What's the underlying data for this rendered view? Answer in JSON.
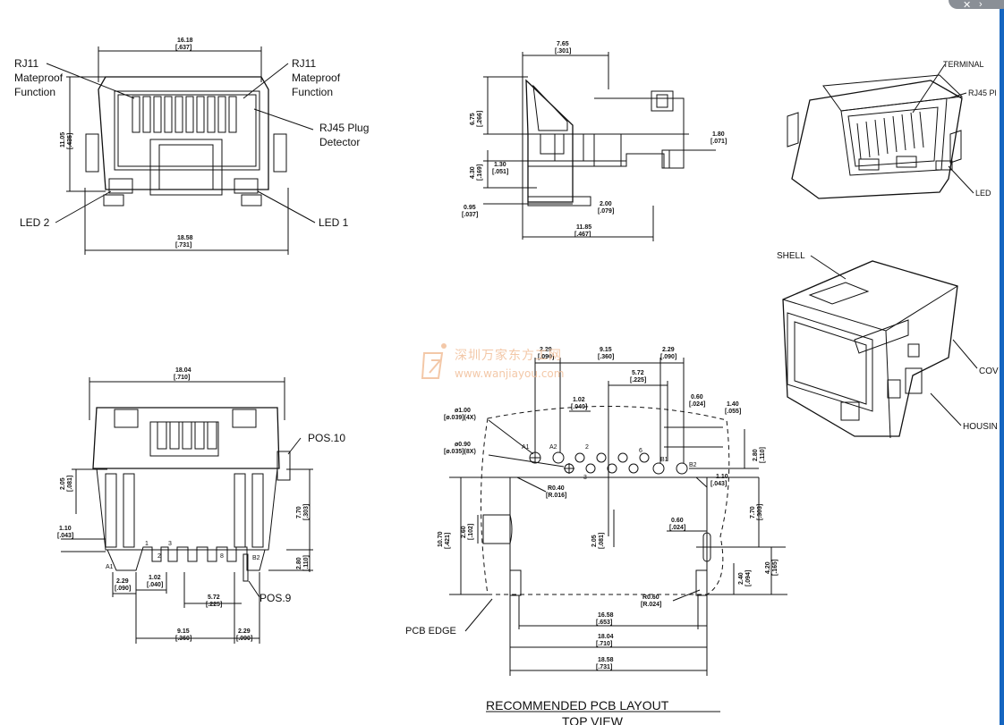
{
  "labels": {
    "rj11_left": "RJ11",
    "mateproof_left": "Mateproof",
    "function_left": "Function",
    "rj11_right": "RJ11",
    "mateproof_right": "Mateproof",
    "function_right": "Function",
    "rj45_plug": "RJ45 Plug",
    "detector": "Detector",
    "led2": "LED 2",
    "led1": "LED 1",
    "terminal": "TERMINAL",
    "rj45_pl": "RJ45 Pl",
    "led": "LED",
    "shell": "SHELL",
    "cov": "COV",
    "housing": "HOUSIN",
    "pos10": "POS.10",
    "pos9": "POS.9",
    "pcb_edge": "PCB EDGE",
    "layout_title": "RECOMMENDED  PCB  LAYOUT",
    "layout_sub": "TOP  VIEW"
  },
  "dims": {
    "front_w_top": "16.18",
    "front_w_top_in": "[.637]",
    "front_h": "11.05",
    "front_h_in": "[.435]",
    "front_w_bot": "18.58",
    "front_w_bot_in": "[.731]",
    "side_w": "7.65",
    "side_w_in": "[.301]",
    "side_h": "6.75",
    "side_h_in": "[.266]",
    "side_t": "1.80",
    "side_t_in": "[.071]",
    "side_h2": "4.30",
    "side_h2_in": "[.169]",
    "side_p": "1.30",
    "side_p_in": "[.051]",
    "side_b": "0.95",
    "side_b_in": "[.037]",
    "side_c": "2.00",
    "side_c_in": "[.079]",
    "side_len": "11.85",
    "side_len_in": "[.467]",
    "bot_w": "18.04",
    "bot_w_in": "[.710]",
    "bot_h1": "2.05",
    "bot_h1_in": "[.081]",
    "bot_h2": "7.70",
    "bot_h2_in": "[.303]",
    "bot_a": "1.10",
    "bot_a_in": "[.043]",
    "bot_b": "2.80",
    "bot_b_in": "[.110]",
    "bot_p1": "2.29",
    "bot_p1_in": "[.090]",
    "bot_p2": "1.02",
    "bot_p2_in": "[.040]",
    "bot_p3": "5.72",
    "bot_p3_in": "[.225]",
    "bot_p4": "9.15",
    "bot_p4_in": "[.360]",
    "bot_p5": "2.29",
    "bot_p5_in": "[.090]",
    "pcb_a": "2.29",
    "pcb_a_in": "[.090]",
    "pcb_b": "9.15",
    "pcb_b_in": "[.360]",
    "pcb_c": "2.29",
    "pcb_c_in": "[.090]",
    "pcb_d": "5.72",
    "pcb_d_in": "[.225]",
    "pcb_e": "1.02",
    "pcb_e_in": "[.040]",
    "pcb_f": "0.60",
    "pcb_f_in": "[.024]",
    "pcb_g": "1.40",
    "pcb_g_in": "[.055]",
    "pcb_h1": "ø1.00",
    "pcb_h1_in": "[ø.039](4X)",
    "pcb_h2": "ø0.90",
    "pcb_h2_in": "[ø.035](8X)",
    "pcb_r1": "R0.40",
    "pcb_r1_in": "[R.016]",
    "pcb_v1": "2.80",
    "pcb_v1_in": "[.110]",
    "pcb_v2": "1.10",
    "pcb_v2_in": "[.043]",
    "pcb_v3": "7.70",
    "pcb_v3_in": "[.303]",
    "pcb_v4": "10.70",
    "pcb_v4_in": "[.421]",
    "pcb_v5": "2.60",
    "pcb_v5_in": "[.102]",
    "pcb_v6": "2.05",
    "pcb_v6_in": "[.081]",
    "pcb_s1": "0.60",
    "pcb_s1_in": "[.024]",
    "pcb_v7": "4.20",
    "pcb_v7_in": "[.165]",
    "pcb_v8": "2.40",
    "pcb_v8_in": "[.094]",
    "pcb_r2": "R0.60",
    "pcb_r2_in": "[R.024]",
    "pcb_w1": "16.58",
    "pcb_w1_in": "[.653]",
    "pcb_w2": "18.04",
    "pcb_w2_in": "[.710]",
    "pcb_w3": "18.58",
    "pcb_w3_in": "[.731]"
  },
  "pins": {
    "a1": "A1",
    "a2": "A2",
    "b1": "B1",
    "b2": "B2",
    "n1": "1",
    "n2": "2",
    "n3": "3",
    "n6": "6",
    "n8": "8"
  },
  "watermark": {
    "cn": "深圳万家东方工网",
    "url": "www.wanjiayou.com"
  },
  "colors": {
    "line": "#111111",
    "accent": "#1565c0",
    "watermark": "#f3c8a8"
  }
}
